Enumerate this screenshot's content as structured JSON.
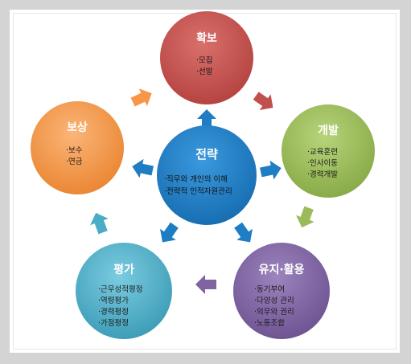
{
  "center": {
    "title": "전략",
    "items": [
      "·직무와 개인의 이해",
      "·전략적 인적자원관리"
    ]
  },
  "nodes": {
    "acquire": {
      "title": "확보",
      "items": [
        "·모집",
        "·선발"
      ],
      "color": "#c0504d"
    },
    "develop": {
      "title": "개발",
      "items": [
        "·교육훈련",
        "·인사이동",
        "·경력개발"
      ],
      "color": "#9bbb59"
    },
    "maintain": {
      "title": "유지·활용",
      "items": [
        "·동기부여",
        "·다양성 관리",
        "·의무와 권리",
        "·노동조합"
      ],
      "color": "#8064a2"
    },
    "evaluate": {
      "title": "평가",
      "items": [
        "·근무성적평정",
        "·역량평가",
        "·경력평정",
        "·가점평정"
      ],
      "color": "#4bacc6"
    },
    "compensate": {
      "title": "보상",
      "items": [
        "·보수",
        "·연금"
      ],
      "color": "#f79646"
    }
  },
  "colors": {
    "center": "#1f7dc4",
    "center_arrow": "#1f7dc4",
    "background": "#d4d4d4"
  }
}
